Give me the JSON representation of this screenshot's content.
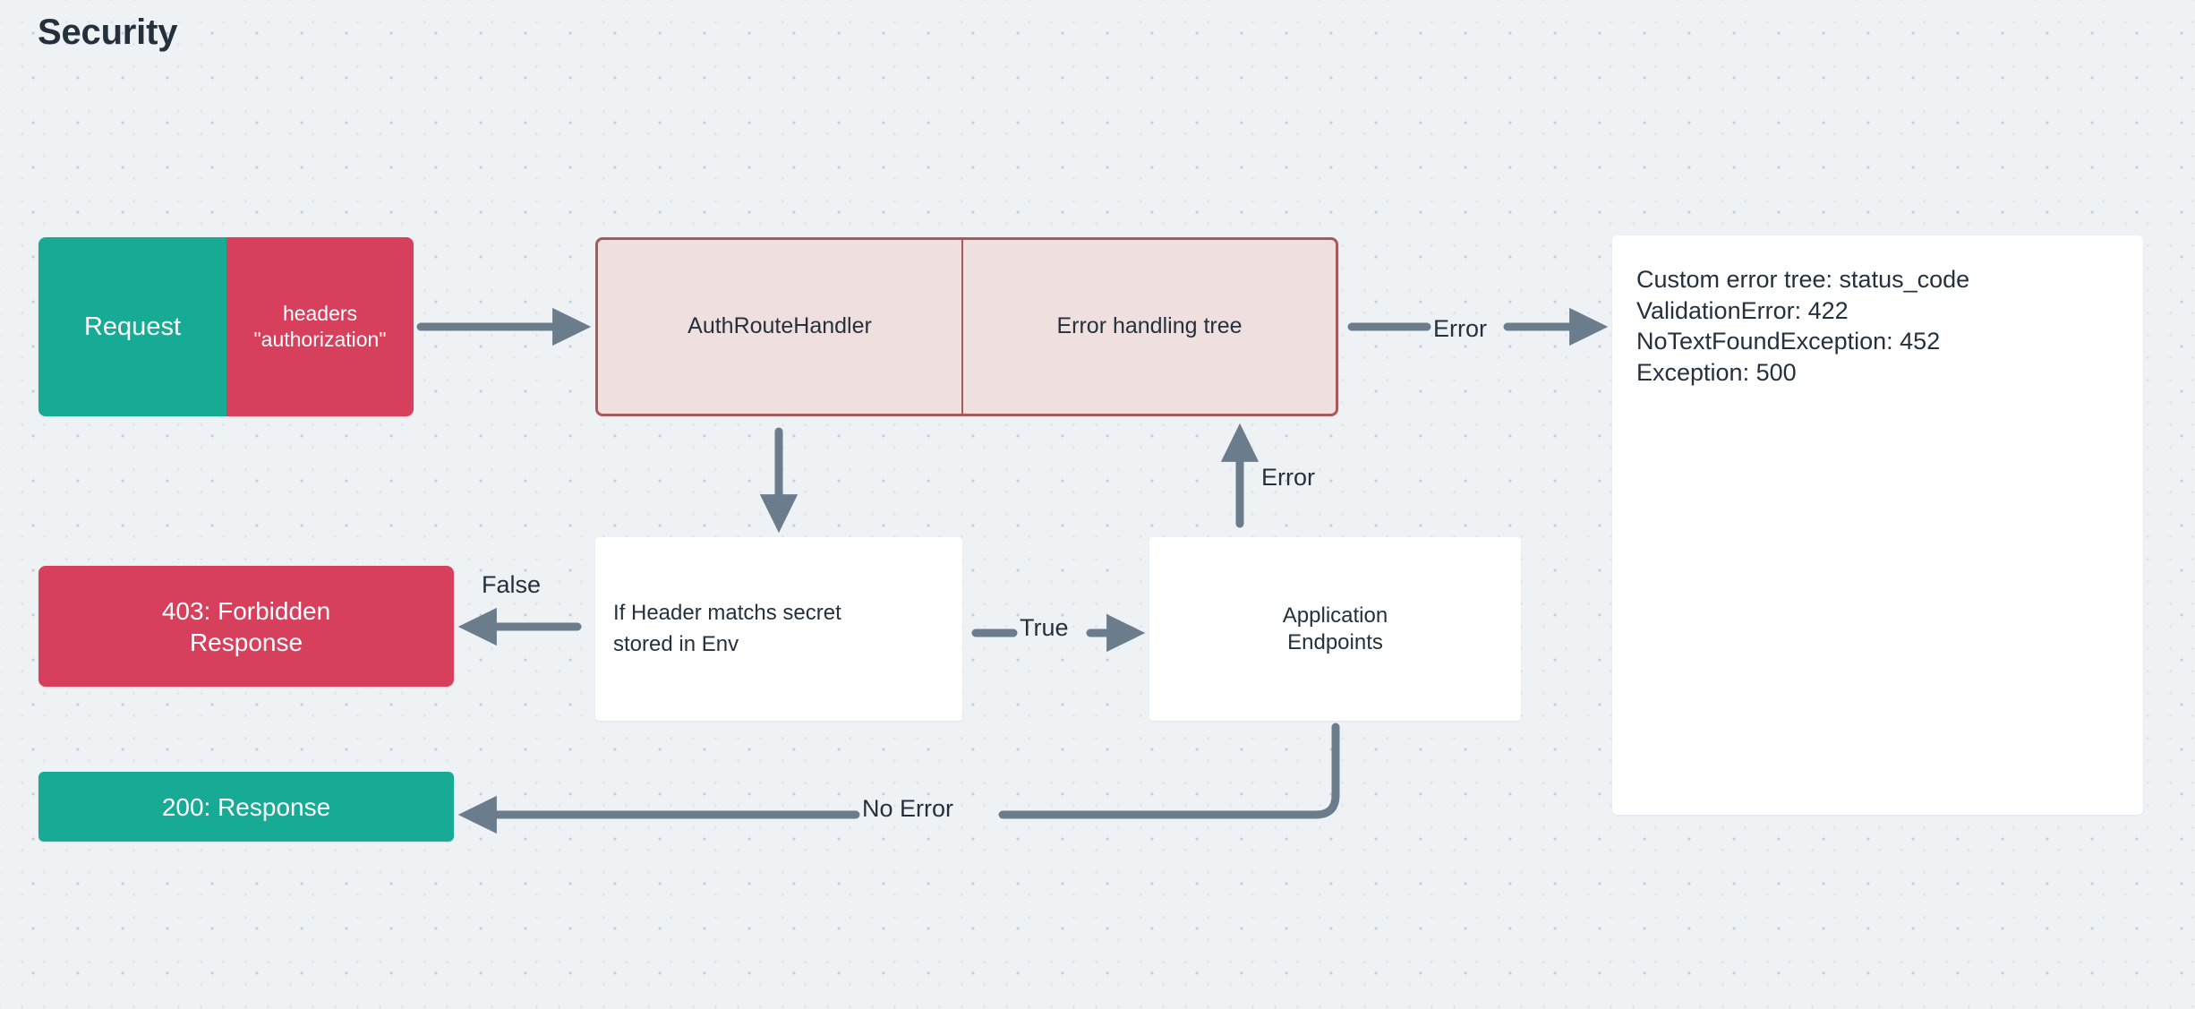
{
  "page": {
    "title": "Security",
    "background_color": "#eef2f5"
  },
  "colors": {
    "teal": "#17ab96",
    "crimson": "#d6405c",
    "pink_fill": "#f0dfdf",
    "pink_border": "#a8595a",
    "arrow": "#6b7d8c",
    "text_dark": "#24313d",
    "panel_white": "#ffffff"
  },
  "nodes": {
    "request": {
      "label": "Request"
    },
    "headers": {
      "line1": "headers",
      "line2": "\"authorization\""
    },
    "auth_route_handler": {
      "label": "AuthRouteHandler"
    },
    "error_handling_tree": {
      "label": "Error handling tree"
    },
    "forbidden": {
      "line1": "403: Forbidden",
      "line2": "Response"
    },
    "if_header": {
      "line1": "If Header matchs secret",
      "line2": "stored in Env"
    },
    "application_endpoints": {
      "line1": "Application",
      "line2": "Endpoints"
    },
    "ok_response": {
      "label": "200: Response"
    }
  },
  "error_panel": {
    "rows": [
      "Custom error tree: status_code",
      "ValidationError: 422",
      "NoTextFoundException: 452",
      "Exception: 500"
    ]
  },
  "edges": {
    "error_to_panel": "Error",
    "error_up": "Error",
    "false": "False",
    "true": "True",
    "no_error": "No Error"
  }
}
